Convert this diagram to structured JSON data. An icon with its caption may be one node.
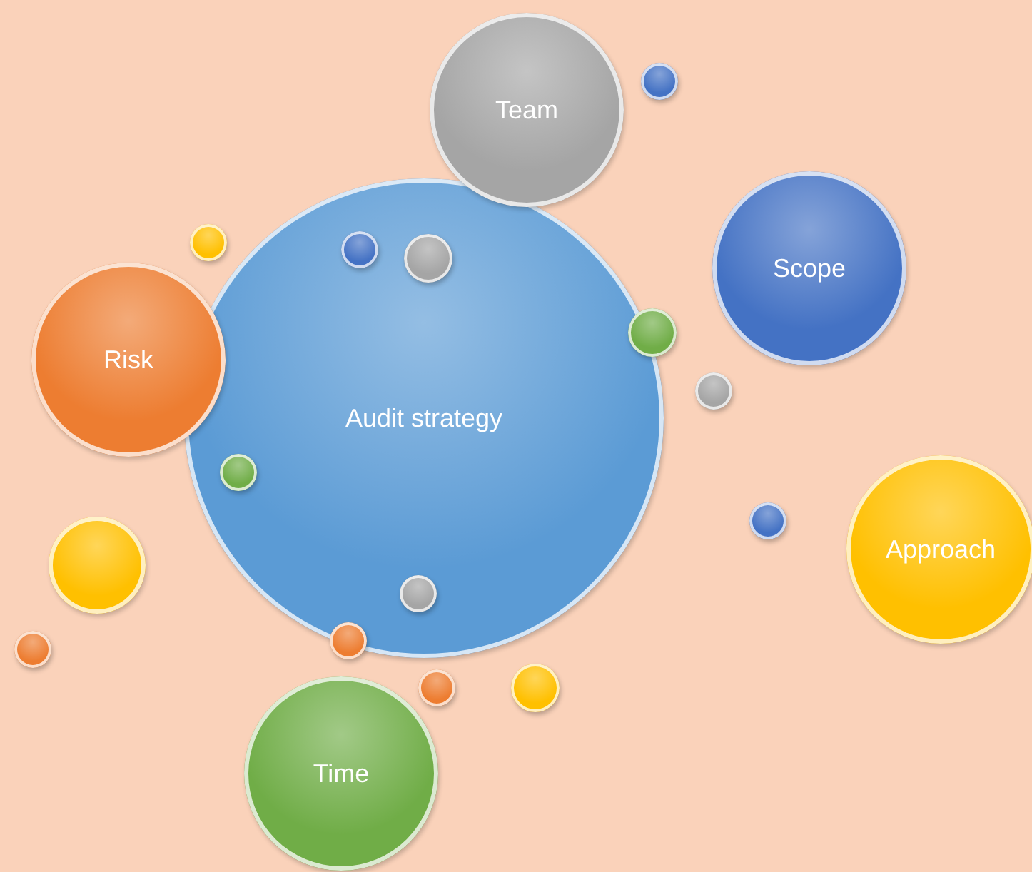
{
  "diagram": {
    "nodes": [
      {
        "text": [
          "Team"
        ]
      },
      {
        "text": [
          "Scope"
        ]
      },
      {
        "text": [
          "Risk"
        ]
      },
      {
        "text": [
          "Audit strategy"
        ]
      },
      {
        "text": [
          "Approach"
        ]
      },
      {
        "text": [],
        "shape": "circle"
      },
      {
        "text": [
          "Time"
        ]
      }
    ]
  }
}
